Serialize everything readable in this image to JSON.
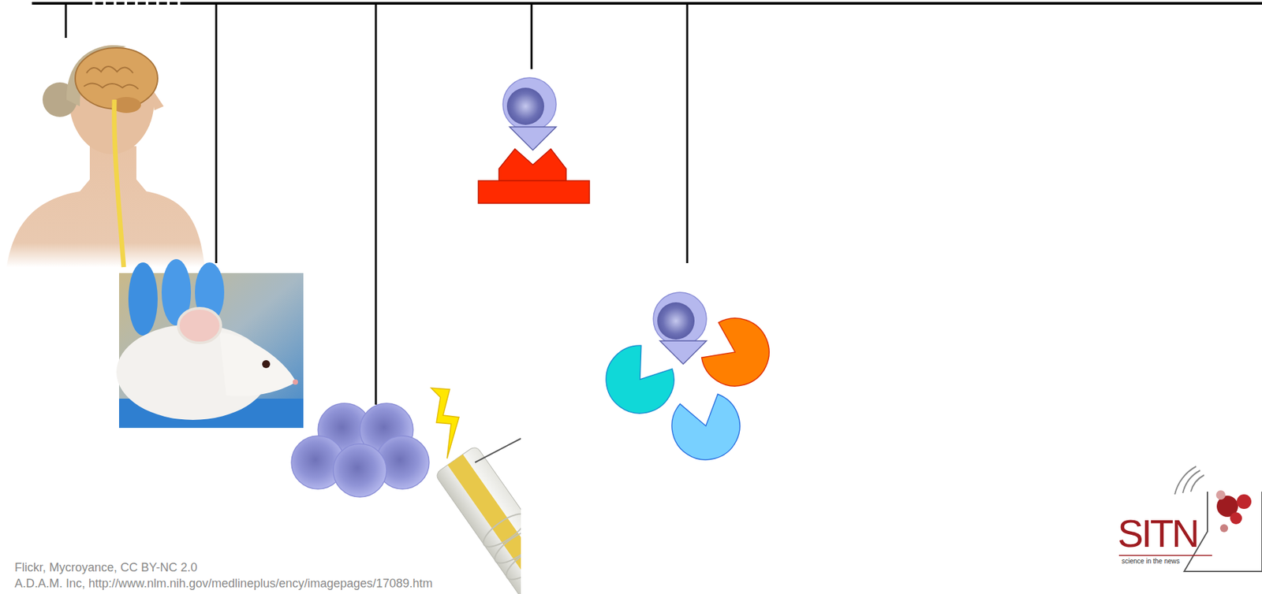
{
  "diagram": {
    "labels": [
      "Flickr, Mycroyance, CC BY-NC 2.0",
      "A.D.A.M. Inc, http://www.nlm.nih.gov/medlineplus/ency/imagepages/17089.htm",
      "SITN",
      "science in the news"
    ]
  }
}
